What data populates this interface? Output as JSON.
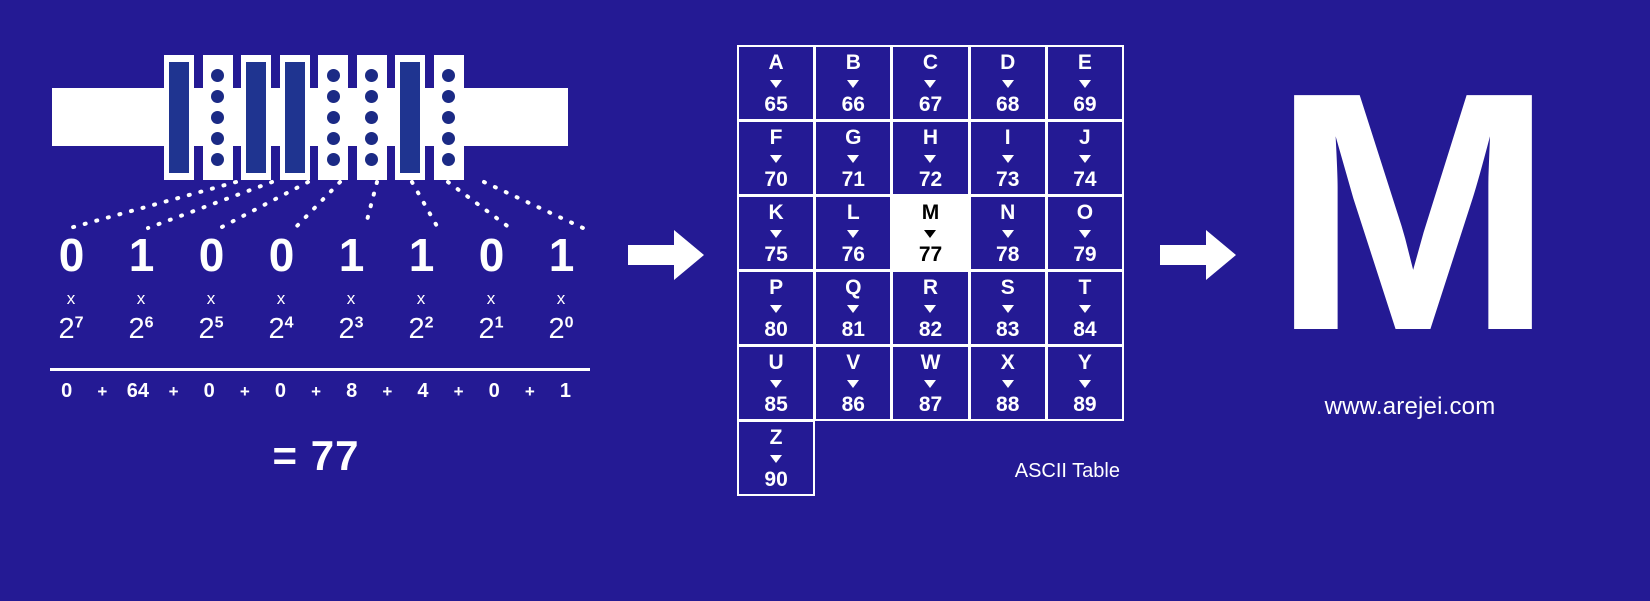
{
  "theme": {
    "background": "#241a94",
    "foreground": "#ffffff",
    "card_fill": "#1f3490",
    "highlight_bg": "#ffffff",
    "highlight_fg": "#000000"
  },
  "punch_tape": {
    "label": "punched-tape",
    "columns": [
      {
        "bit": "0",
        "kind": "solid"
      },
      {
        "bit": "1",
        "kind": "holes"
      },
      {
        "bit": "0",
        "kind": "solid"
      },
      {
        "bit": "0",
        "kind": "solid"
      },
      {
        "bit": "1",
        "kind": "holes"
      },
      {
        "bit": "1",
        "kind": "holes"
      },
      {
        "bit": "0",
        "kind": "solid"
      },
      {
        "bit": "1",
        "kind": "holes"
      }
    ],
    "holes_per_column": 5
  },
  "binary_breakdown": {
    "bits": [
      "0",
      "1",
      "0",
      "0",
      "1",
      "1",
      "0",
      "1"
    ],
    "times_symbol": "x",
    "power_base": "2",
    "exponents": [
      "7",
      "6",
      "5",
      "4",
      "3",
      "2",
      "1",
      "0"
    ],
    "products": [
      "0",
      "64",
      "0",
      "0",
      "8",
      "4",
      "0",
      "1"
    ],
    "plus_symbol": "+",
    "total": "= 77"
  },
  "arrows": {
    "arrow_1": "right-arrow",
    "arrow_2": "right-arrow"
  },
  "ascii_table": {
    "caption": "ASCII Table",
    "caret_symbol": "down-triangle",
    "highlighted_letter": "M",
    "columns": 5,
    "cells": [
      {
        "letter": "A",
        "code": "65",
        "highlight": false
      },
      {
        "letter": "B",
        "code": "66",
        "highlight": false
      },
      {
        "letter": "C",
        "code": "67",
        "highlight": false
      },
      {
        "letter": "D",
        "code": "68",
        "highlight": false
      },
      {
        "letter": "E",
        "code": "69",
        "highlight": false
      },
      {
        "letter": "F",
        "code": "70",
        "highlight": false
      },
      {
        "letter": "G",
        "code": "71",
        "highlight": false
      },
      {
        "letter": "H",
        "code": "72",
        "highlight": false
      },
      {
        "letter": "I",
        "code": "73",
        "highlight": false
      },
      {
        "letter": "J",
        "code": "74",
        "highlight": false
      },
      {
        "letter": "K",
        "code": "75",
        "highlight": false
      },
      {
        "letter": "L",
        "code": "76",
        "highlight": false
      },
      {
        "letter": "M",
        "code": "77",
        "highlight": true
      },
      {
        "letter": "N",
        "code": "78",
        "highlight": false
      },
      {
        "letter": "O",
        "code": "79",
        "highlight": false
      },
      {
        "letter": "P",
        "code": "80",
        "highlight": false
      },
      {
        "letter": "Q",
        "code": "81",
        "highlight": false
      },
      {
        "letter": "R",
        "code": "82",
        "highlight": false
      },
      {
        "letter": "S",
        "code": "83",
        "highlight": false
      },
      {
        "letter": "T",
        "code": "84",
        "highlight": false
      },
      {
        "letter": "U",
        "code": "85",
        "highlight": false
      },
      {
        "letter": "V",
        "code": "86",
        "highlight": false
      },
      {
        "letter": "W",
        "code": "87",
        "highlight": false
      },
      {
        "letter": "X",
        "code": "88",
        "highlight": false
      },
      {
        "letter": "Y",
        "code": "89",
        "highlight": false
      },
      {
        "letter": "Z",
        "code": "90",
        "highlight": false
      }
    ]
  },
  "result": {
    "letter": "M",
    "url": "www.arejei.com"
  }
}
